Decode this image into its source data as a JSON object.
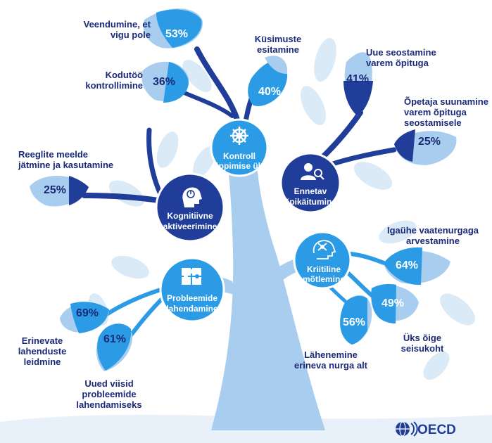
{
  "colors": {
    "trunk": "#a9cdee",
    "dark": "#1f3d99",
    "mid": "#1a7fd6",
    "bright": "#2c9be6",
    "leaf_light": "#a9cdee",
    "leaf_pale": "#dbeaf7",
    "label": "#1b2a78",
    "ground": "#e8f1fa"
  },
  "nodes": [
    {
      "id": "kontroll",
      "line1": "Kontroll",
      "line2": "õppimise üle",
      "icon": "ship-wheel-icon",
      "color": "#2c9be6"
    },
    {
      "id": "ennetav",
      "line1": "Ennetav",
      "line2": "õpikäitumine",
      "icon": "person-search-icon",
      "color": "#1f3d99"
    },
    {
      "id": "kognitiivne",
      "line1": "Kognitiivne",
      "line2": "aktiveerimine",
      "icon": "head-power-icon",
      "color": "#1f3d99"
    },
    {
      "id": "kriitiline",
      "line1": "Kriitiline",
      "line2": "mõtlemine",
      "icon": "head-network-icon",
      "color": "#2c9be6"
    },
    {
      "id": "probleemide",
      "line1": "Probleemide",
      "line2": "lahendamine",
      "icon": "puzzle-icon",
      "color": "#2c9be6"
    }
  ],
  "leaves": [
    {
      "id": "veendumine",
      "value": 53,
      "value_label": "53%",
      "label1": "Veendumine, et",
      "label2": "vigu pole"
    },
    {
      "id": "kodutoo",
      "value": 36,
      "value_label": "36%",
      "label1": "Kodutöö",
      "label2": "kontrollimine"
    },
    {
      "id": "kusimuste",
      "value": 40,
      "value_label": "40%",
      "label1": "Küsimuste",
      "label2": "esitamine"
    },
    {
      "id": "uue",
      "value": 41,
      "value_label": "41%",
      "label1": "Uue seostamine",
      "label2": "varem õpituga"
    },
    {
      "id": "opetaja",
      "value": 25,
      "value_label": "25%",
      "label1": "Õpetaja suunamine",
      "label2": "varem õpituga",
      "label3": "seostamisele"
    },
    {
      "id": "reeglite",
      "value": 25,
      "value_label": "25%",
      "label1": "Reeglite meelde",
      "label2": "jätmine ja kasutamine"
    },
    {
      "id": "igauhe",
      "value": 64,
      "value_label": "64%",
      "label1": "Igaühe vaatenurgaga",
      "label2": "arvestamine"
    },
    {
      "id": "uks",
      "value": 49,
      "value_label": "49%",
      "label1": "Üks õige",
      "label2": "seisukoht"
    },
    {
      "id": "lahenemine",
      "value": 56,
      "value_label": "56%",
      "label1": "Lähenemine",
      "label2": "erineva nurga alt"
    },
    {
      "id": "erinevate",
      "value": 69,
      "value_label": "69%",
      "label1": "Erinevate",
      "label2": "lahenduste",
      "label3": "leidmine"
    },
    {
      "id": "uued",
      "value": 61,
      "value_label": "61%",
      "label1": "Uued viisid",
      "label2": "probleemide",
      "label3": "lahendamiseks"
    }
  ],
  "logo": {
    "text": "OECD",
    "icon": "oecd-globe-icon"
  }
}
